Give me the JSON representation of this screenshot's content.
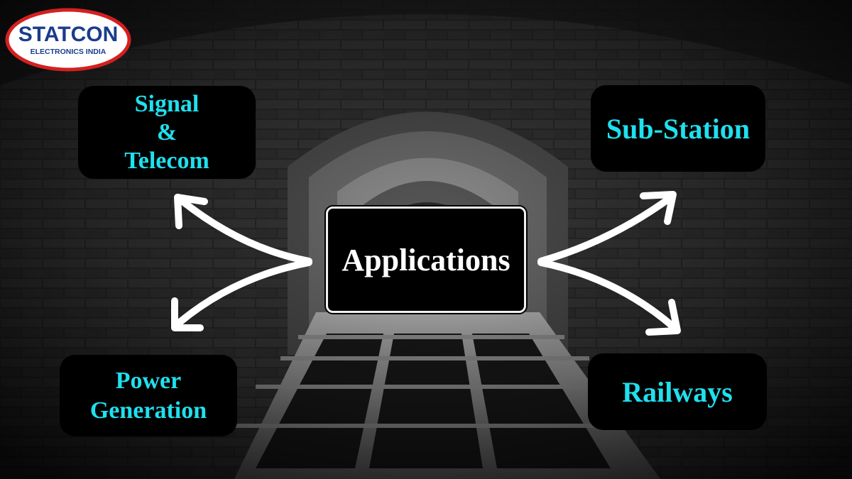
{
  "logo": {
    "name": "STATCON",
    "subtitle": "ELECTRONICS INDIA",
    "colors": {
      "ring": "#d42020",
      "text": "#1a3c8c",
      "fill": "#ffffff"
    }
  },
  "center": {
    "label": "Applications"
  },
  "nodes": {
    "signal_telecom": [
      "Signal",
      "&",
      "Telecom"
    ],
    "sub_station": "Sub-Station",
    "power_generation": [
      "Power",
      "Generation"
    ],
    "railways": "Railways"
  },
  "colors": {
    "accent": "#1fe0ee",
    "box": "#000000",
    "arrow": "#ffffff"
  }
}
